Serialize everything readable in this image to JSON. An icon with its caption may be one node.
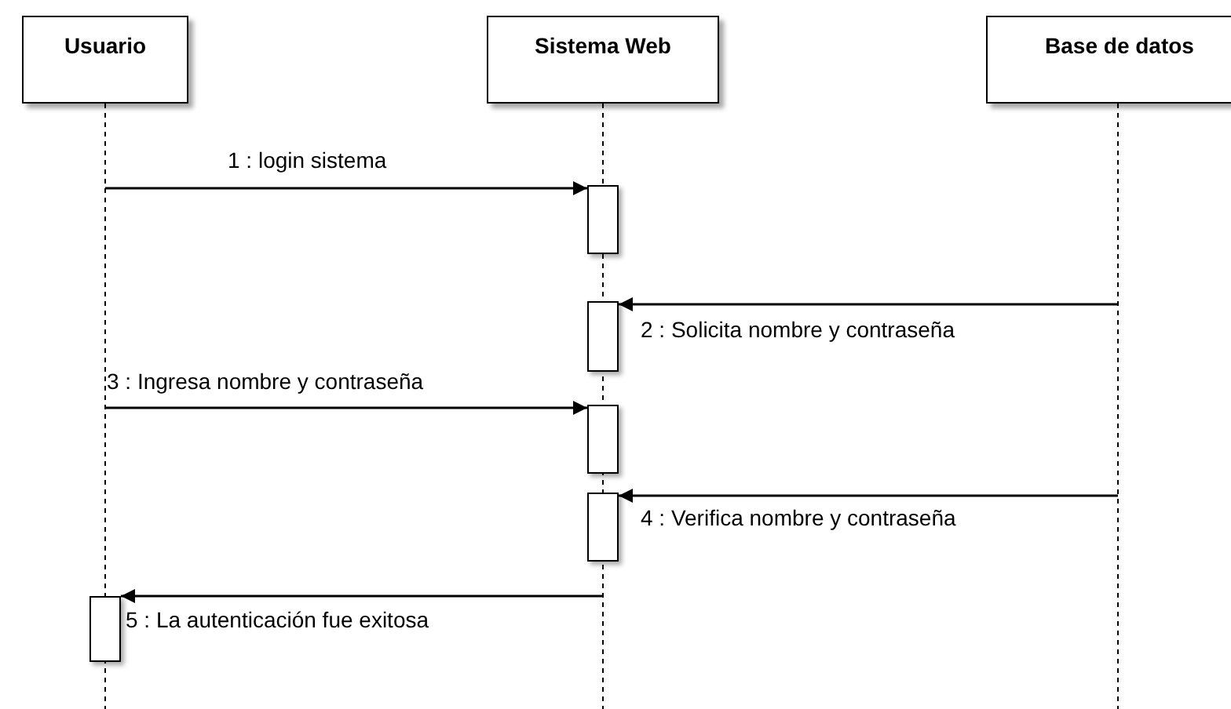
{
  "diagram": {
    "nodes": [
      {
        "text": [
          "Usuario"
        ]
      },
      {
        "text": [
          "Sistema Web"
        ]
      },
      {
        "text": [
          "Base de datos"
        ]
      },
      {
        "text": [],
        "shape": "bar"
      },
      {
        "text": [],
        "shape": "bar"
      },
      {
        "text": [],
        "shape": "bar"
      },
      {
        "text": [],
        "shape": "bar"
      },
      {
        "text": [],
        "shape": "bar"
      }
    ],
    "edges": [
      {
        "from": null,
        "to": 3,
        "arrow": "to",
        "label": "1 : login sistema"
      },
      {
        "from": null,
        "to": 4,
        "arrow": "to",
        "label": "2 : Solicita nombre y contraseña"
      },
      {
        "from": null,
        "to": 5,
        "arrow": "to",
        "label": "3 : Ingresa nombre y contraseña"
      },
      {
        "from": null,
        "to": 6,
        "arrow": "to",
        "label": "4 : Verifica nombre y contraseña"
      },
      {
        "from": null,
        "to": 7,
        "arrow": "to",
        "label": "5 : La autenticación fue exitosa"
      }
    ]
  }
}
